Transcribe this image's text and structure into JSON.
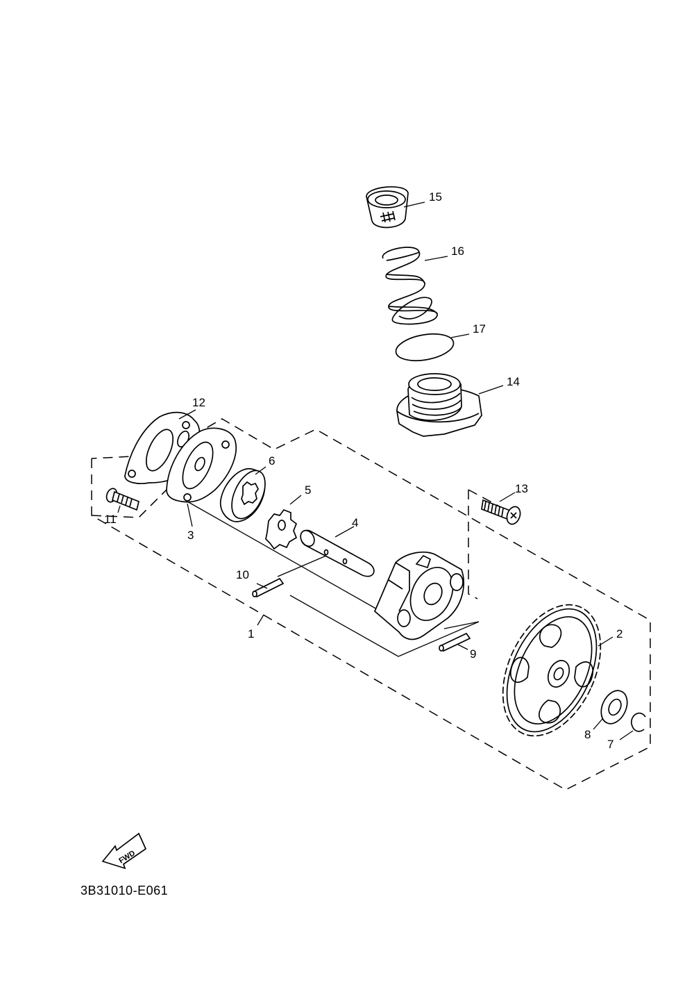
{
  "diagram": {
    "drawing_code": "3B31010-E061",
    "direction_marker": "FWD",
    "callouts": [
      {
        "id": "p1",
        "label": "1"
      },
      {
        "id": "p2",
        "label": "2"
      },
      {
        "id": "p3",
        "label": "3"
      },
      {
        "id": "p4",
        "label": "4"
      },
      {
        "id": "p5",
        "label": "5"
      },
      {
        "id": "p6",
        "label": "6"
      },
      {
        "id": "p7",
        "label": "7"
      },
      {
        "id": "p8",
        "label": "8"
      },
      {
        "id": "p9",
        "label": "9"
      },
      {
        "id": "p10",
        "label": "10"
      },
      {
        "id": "p11",
        "label": "11"
      },
      {
        "id": "p12",
        "label": "12"
      },
      {
        "id": "p13",
        "label": "13"
      },
      {
        "id": "p14",
        "label": "14"
      },
      {
        "id": "p15",
        "label": "15"
      },
      {
        "id": "p16",
        "label": "16"
      },
      {
        "id": "p17",
        "label": "17"
      }
    ]
  }
}
